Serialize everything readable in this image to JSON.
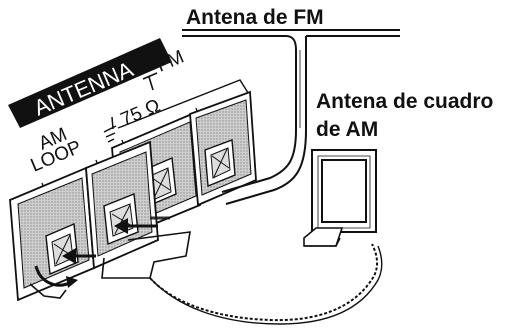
{
  "labels": {
    "fm_antenna": "Antena de FM",
    "am_loop_antenna_line1": "Antena de cuadro",
    "am_loop_antenna_line2": "de AM",
    "panel_header": "ANTENNA",
    "am_line1": "AM",
    "am_line2": "LOOP",
    "fm_line1": "FM",
    "fm_line2": "75 Ω"
  },
  "icons": {
    "fm_antenna_symbol": "antenna-icon",
    "ground_symbol": "ground-icon"
  },
  "colors": {
    "ink": "#111111",
    "paper": "#ffffff",
    "shade": "#9a9a9a"
  }
}
